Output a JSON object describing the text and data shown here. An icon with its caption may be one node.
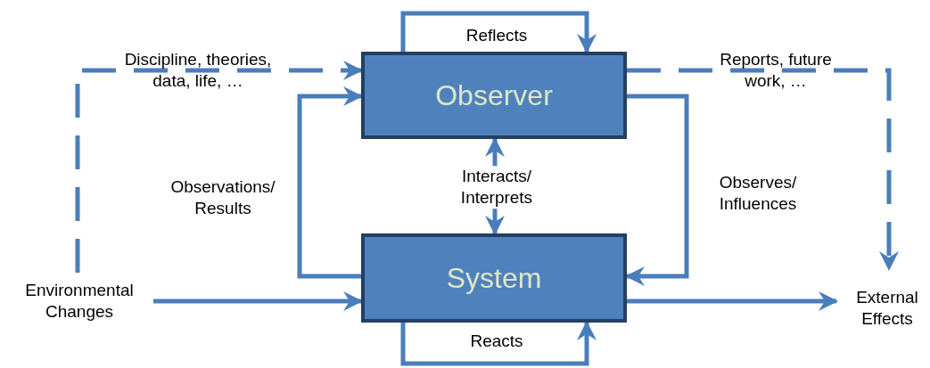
{
  "diagram": {
    "nodes": [
      {
        "text": [
          "Observer"
        ]
      },
      {
        "text": [
          "System"
        ]
      },
      {
        "text": [
          "Environmental Changes"
        ]
      },
      {
        "text": [
          "External Effects"
        ]
      }
    ],
    "edges": [
      {
        "from": 0,
        "to": 0,
        "arrow": "to",
        "label": "Reflects"
      },
      {
        "from": 1,
        "to": 1,
        "arrow": "to",
        "label": "Reacts"
      },
      {
        "from": 2,
        "to": 0,
        "arrow": "to",
        "style": "dashed",
        "label": "Discipline, theories, data, life, …"
      },
      {
        "from": 2,
        "to": 1,
        "arrow": "to"
      },
      {
        "from": 1,
        "to": 0,
        "arrow": "to",
        "label": "Observations/ Results"
      },
      {
        "from": 0,
        "to": 1,
        "arrow": "both",
        "label": "Interacts/ Interprets"
      },
      {
        "from": 0,
        "to": 1,
        "arrow": "to",
        "label": "Observes/ Influences"
      },
      {
        "from": 0,
        "to": 3,
        "arrow": "to",
        "style": "dashed",
        "label": "Reports, future work, …"
      },
      {
        "from": 1,
        "to": 3,
        "arrow": "to"
      }
    ]
  }
}
